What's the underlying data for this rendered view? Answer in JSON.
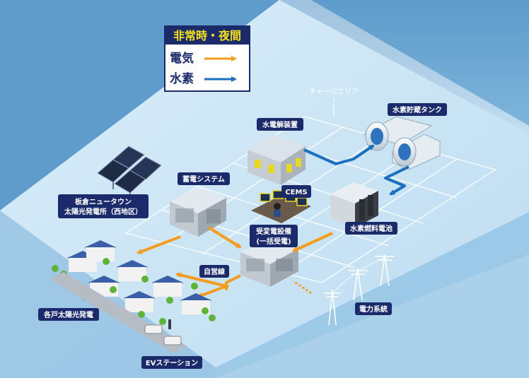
{
  "legend": {
    "title": "非常時・夜間",
    "items": [
      {
        "label": "電気",
        "color": "#f39c1f"
      },
      {
        "label": "水素",
        "color": "#1c6fbe"
      }
    ]
  },
  "labels": {
    "charge_area": "チャージエリア",
    "h2_tank": "水素貯蔵タンク",
    "electrolyzer": "水電解装置",
    "storage": "蓄電システム",
    "cems": "CEMS",
    "solar_plant_line1": "板倉ニュータウン",
    "solar_plant_line2": "太陽光発電所（西地区）",
    "substation_line1": "受変電設備",
    "substation_line2": "(一括受電)",
    "fuel_cell": "水素燃料電池",
    "private_line": "自営線",
    "home_solar": "各戸太陽光発電",
    "grid": "電力系統",
    "ev_station": "EVステーション"
  },
  "colors": {
    "electricity": "#f39c1f",
    "hydrogen": "#1c6fbe",
    "label_bg": "#1b2a6b"
  }
}
